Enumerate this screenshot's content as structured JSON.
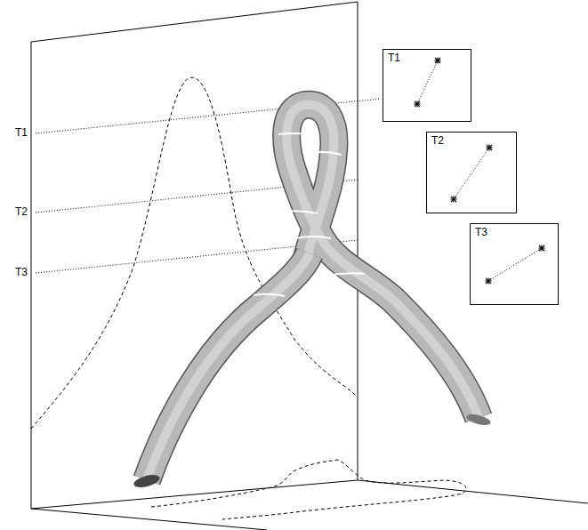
{
  "diagram": {
    "nodes": [
      {
        "text": [
          "T1"
        ]
      },
      {
        "text": [
          "T2"
        ]
      },
      {
        "text": [
          "T3"
        ]
      }
    ],
    "labels": [
      "T1",
      "T2",
      "T3"
    ]
  }
}
